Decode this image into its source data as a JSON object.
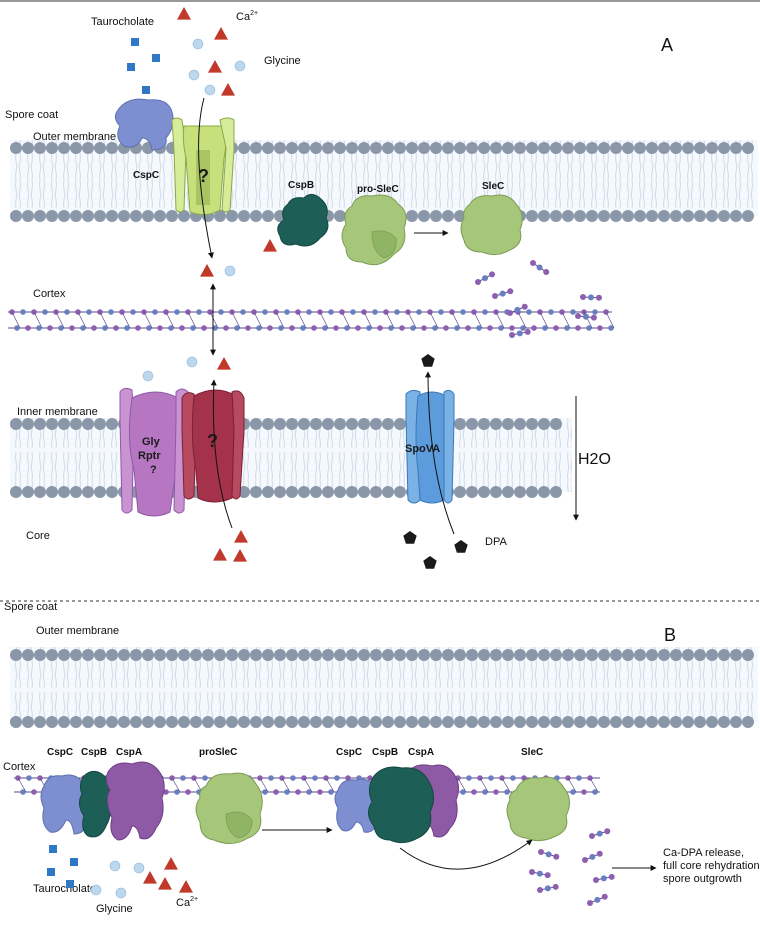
{
  "panels": {
    "a": "A",
    "b": "B"
  },
  "panel_a": {
    "labels": {
      "taurocholate": "Taurocholate",
      "ca": "Ca",
      "ca_sup": "2+",
      "glycine": "Glycine",
      "spore_coat": "Spore coat",
      "outer_membrane": "Outer membrane",
      "cspc": "CspC",
      "cspb": "CspB",
      "pro_slec": "pro-SleC",
      "slec": "SleC",
      "cortex": "Cortex",
      "inner_membrane": "Inner membrane",
      "core": "Core",
      "dpa": "DPA",
      "h2o": "H2O",
      "unknown_channel": "?",
      "unknown_inner": "?",
      "gly_rptr_line1": "Gly",
      "gly_rptr_line2": "Rptr",
      "gly_rptr_line3": "?",
      "spova": "SpoVA"
    }
  },
  "panel_b": {
    "labels": {
      "spore_coat": "Spore coat",
      "outer_membrane": "Outer membrane",
      "cortex": "Cortex",
      "cspc_left": "CspC",
      "cspb_left": "CspB",
      "cspa_left": "CspA",
      "proslec": "proSleC",
      "cspc_right": "CspC",
      "cspb_right": "CspB",
      "cspa_right": "CspA",
      "slec": "SleC",
      "taurocholate": "Taurocholate",
      "glycine": "Glycine",
      "ca": "Ca",
      "ca_sup": "2+",
      "outcome_line1": "Ca-DPA release,",
      "outcome_line2": "full core rehydration,",
      "outcome_line3": "spore outgrowth"
    }
  },
  "colors": {
    "membrane_head": "#8a97a8",
    "membrane_fill": "#e3eef8",
    "cortex_purple": "#8e5fb0",
    "cortex_blue": "#6b7fc0",
    "triangle_ca": "#c0392b",
    "circle_glycine": "#bcd8ef",
    "square_taurocholate": "#2e78c4",
    "cspc": "#7d8fd0",
    "cspb": "#1d5f57",
    "cspa": "#8e5aa6",
    "slec": "#a6c77a",
    "green_channel": "#cfe88f",
    "gly_rptr": "#b776c2",
    "red_channel": "#a3324a",
    "spova": "#5d9cdc",
    "dpa": "#1a1a1a"
  }
}
